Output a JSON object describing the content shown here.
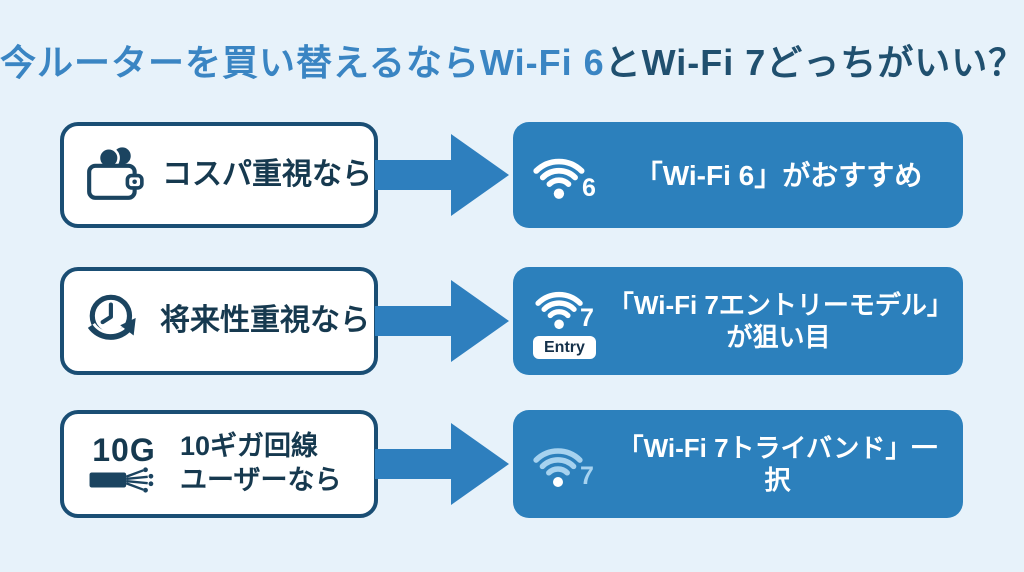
{
  "title": {
    "part1": "今ルーターを買い替えるならWi-Fi 6",
    "part2": "とWi-Fi 7どっちがいい？"
  },
  "colors": {
    "background": "#E7F2FA",
    "title_primary_blue": "#3A85C3",
    "title_dark_navy": "#20506F",
    "condition_box_border": "#1A4E74",
    "condition_box_fill": "#FFFFFF",
    "condition_text": "#16394F",
    "arrow_blue": "#2E7FBE",
    "result_box_fill": "#2C80BC",
    "result_text": "#FFFFFF",
    "wifi_icon_row3": "#A6D2EF"
  },
  "rows": [
    {
      "icon": "wallet-coins-icon",
      "condition_line1": "コスパ重視なら",
      "condition_line2": "",
      "wifi_icon": "wifi-signal-icon",
      "wifi_number": "6",
      "result_line1": "「Wi-Fi 6」がおすすめ",
      "result_line2": ""
    },
    {
      "icon": "clock-future-icon",
      "condition_line1": "将来性重視なら",
      "condition_line2": "",
      "wifi_icon": "wifi-signal-icon",
      "wifi_number": "7",
      "badge": "Entry",
      "result_line1": "「Wi-Fi 7エントリーモデル」",
      "result_line2": "が狙い目"
    },
    {
      "icon": "fiber-cable-10g-icon",
      "icon_label": "10G",
      "condition_line1": "10ギガ回線",
      "condition_line2": "ユーザーなら",
      "wifi_icon": "wifi-signal-icon",
      "wifi_number": "7",
      "result_line1": "「Wi-Fi 7トライバンド」一択",
      "result_line2": ""
    }
  ]
}
